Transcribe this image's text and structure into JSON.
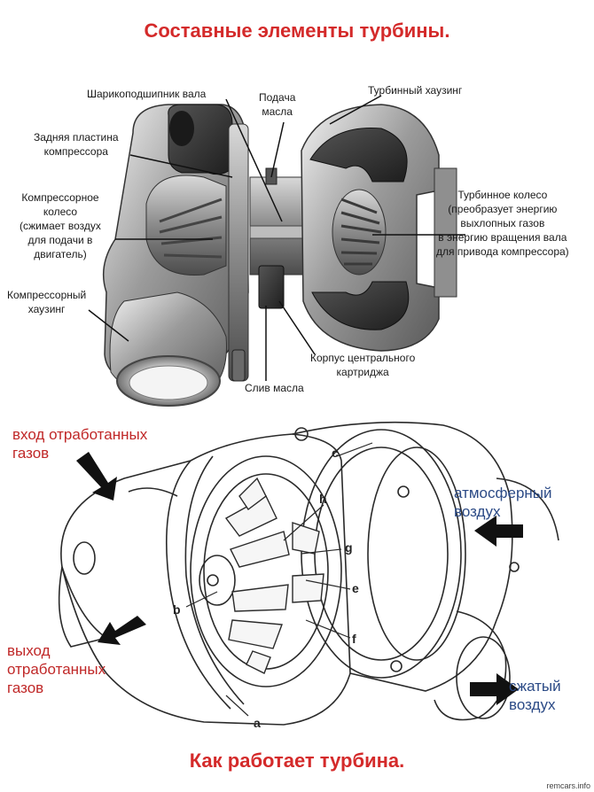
{
  "title_top": "Составные элементы турбины.",
  "title_bottom": "Как работает турбина.",
  "top_labels": {
    "bearing": "Шарикоподшипник вала",
    "oil_in": "Подача\nмасла",
    "turbine_housing": "Турбинный хаузинг",
    "back_plate": "Задняя пластина\nкомпрессора",
    "compressor_wheel": "Компрессорное\nколесо\n(сжимает воздух\nдля подачи в\nдвигатель)",
    "compressor_housing": "Компрессорный\nхаузинг",
    "turbine_wheel": "Турбинное колесо\n(преобразует энергию\nвыхлопных газов\nв энергию вращения вала\nдля привода компрессора)",
    "center_cartridge": "Корпус центрального\nкартриджа",
    "oil_drain": "Слив масла"
  },
  "bottom_labels": {
    "exhaust_in": "вход отработанных\nгазов",
    "exhaust_out": "выход\nотработанных\nгазов",
    "ambient_air": "атмосферный\nвоздух",
    "compressed_air": "сжатый\nвоздух"
  },
  "part_letters": [
    "a",
    "b",
    "c",
    "e",
    "f",
    "g",
    "h"
  ],
  "watermark": "remcars.info",
  "colors": {
    "title": "#d42a2a",
    "red_label": "#c02828",
    "blue_label": "#2b4a86",
    "arrow": "#1a1a1a"
  }
}
